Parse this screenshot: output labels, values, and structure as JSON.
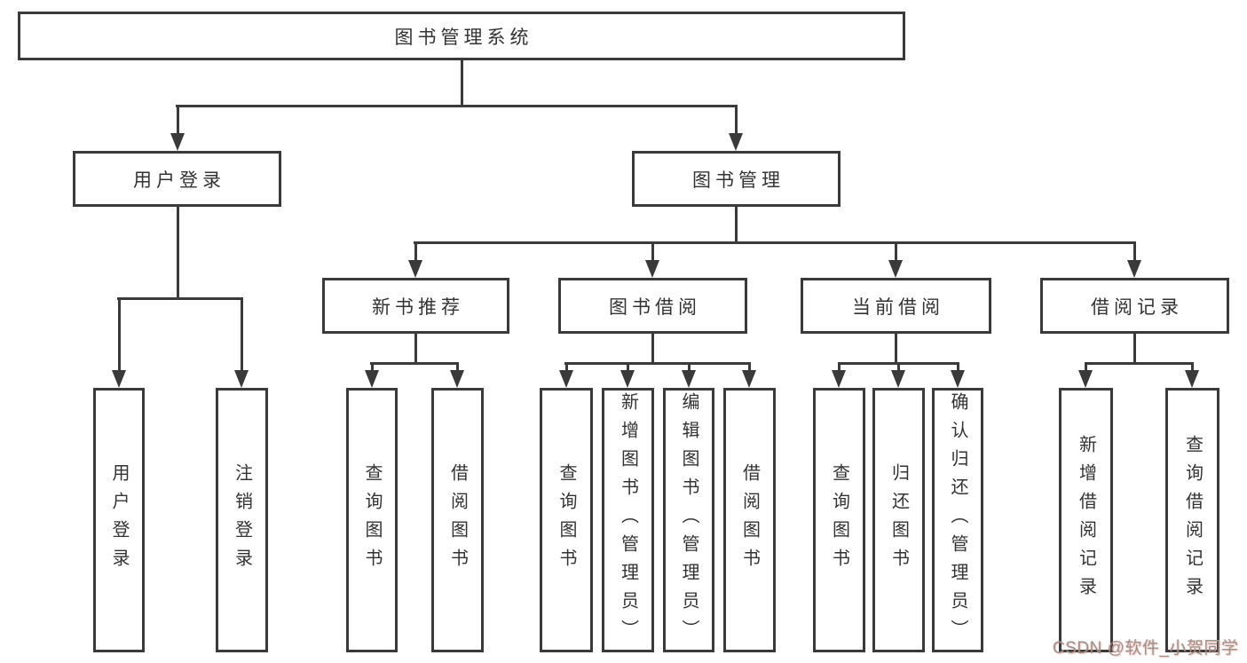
{
  "tree": {
    "root": {
      "label": "图书管理系统"
    },
    "user": {
      "label": "用户登录",
      "children": [
        "用户登录",
        "注销登录"
      ]
    },
    "mgmt": {
      "label": "图书管理",
      "modules": [
        {
          "label": "新书推荐",
          "children": [
            "查询图书",
            "借阅图书"
          ]
        },
        {
          "label": "图书借阅",
          "children": [
            "查询图书",
            "新增图书（管理员）",
            "编辑图书（管理员）",
            "借阅图书"
          ]
        },
        {
          "label": "当前借阅",
          "children": [
            "查询图书",
            "归还图书",
            "确认归还（管理员）"
          ]
        },
        {
          "label": "借阅记录",
          "children": [
            "新增借阅记录",
            "查询借阅记录"
          ]
        }
      ]
    }
  },
  "watermark": {
    "text": "CSDN @软件_小贺同学"
  },
  "colors": {
    "line": "#3a3a3a",
    "text": "#333333",
    "watermark_gray": "#959595",
    "watermark_accent": "#fc5531"
  }
}
